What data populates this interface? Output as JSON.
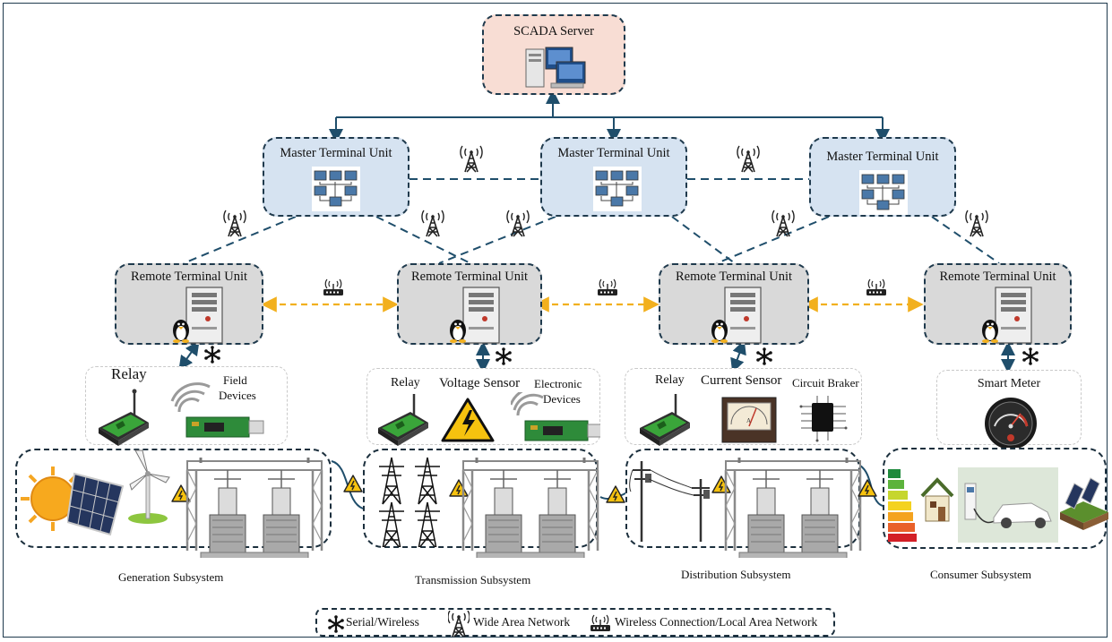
{
  "scada": {
    "title": "SCADA Server"
  },
  "mtu": [
    {
      "title": "Master Terminal Unit"
    },
    {
      "title": "Master Terminal Unit"
    },
    {
      "title": "Master Terminal Unit"
    }
  ],
  "rtu": [
    {
      "title": "Remote Terminal Unit"
    },
    {
      "title": "Remote Terminal Unit"
    },
    {
      "title": "Remote Terminal Unit"
    },
    {
      "title": "Remote Terminal Unit"
    }
  ],
  "devices": {
    "g1": {
      "relay": "Relay",
      "field_1": "Field",
      "field_2": "Devices"
    },
    "g2": {
      "relay": "Relay",
      "voltage": "Voltage Sensor",
      "elec_1": "Electronic",
      "elec_2": "Devices"
    },
    "g3": {
      "relay": "Relay",
      "current": "Current Sensor",
      "breaker": "Circuit Braker"
    },
    "g4": {
      "meter": "Smart Meter"
    }
  },
  "subsystems": [
    {
      "caption": "Generation Subsystem"
    },
    {
      "caption": "Transmission Subsystem"
    },
    {
      "caption": "Distribution Subsystem"
    },
    {
      "caption": "Consumer Subsystem"
    }
  ],
  "legend": {
    "serial": "Serial/Wireless",
    "wan": "Wide Area Network",
    "lan": "Wireless Connection/Local Area Network"
  },
  "colors": {
    "line": "#1f4e6b",
    "dash": "#1f4e6b",
    "lan_arrow": "#f2b01e",
    "warning": "#f6c20f",
    "relay_green": "#2d8a2d"
  }
}
